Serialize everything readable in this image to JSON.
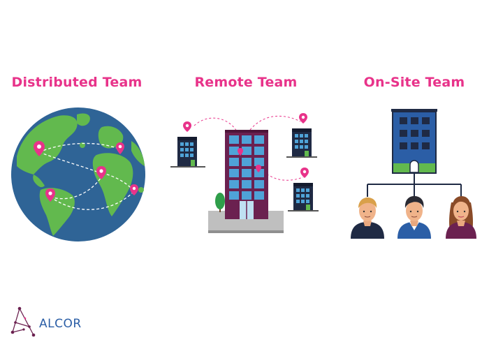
{
  "teams": {
    "distributed": {
      "title": "Distributed Team"
    },
    "remote": {
      "title": "Remote Team"
    },
    "onsite": {
      "title": "On-Site Team"
    }
  },
  "brand": {
    "name": "ALCOR"
  },
  "colors": {
    "accent": "#e8338a",
    "ocean": "#2f6496",
    "land": "#62b94e",
    "building_dark": "#6b2150",
    "building_blue": "#2b5ea6",
    "window": "#4fa3d8",
    "text_dark": "#1f2a44"
  },
  "icons": [
    "globe-icon",
    "location-pin-icon",
    "office-building-icon",
    "person-avatar-icon",
    "tree-icon",
    "alcor-logo-icon"
  ]
}
